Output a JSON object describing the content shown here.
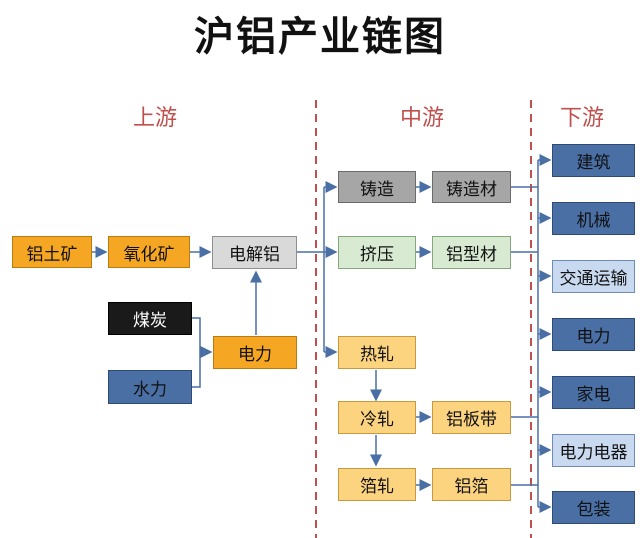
{
  "title": "沪铝产业链图",
  "sections": {
    "upstream": "上游",
    "midstream": "中游",
    "downstream": "下游"
  },
  "nodes": {
    "bauxite": "铝土矿",
    "alumina": "氧化矿",
    "electrolytic_al": "电解铝",
    "coal": "煤炭",
    "hydro": "水力",
    "power": "电力",
    "casting": "铸造",
    "cast_material": "铸造材",
    "extrusion": "挤压",
    "profile": "铝型材",
    "hot_rolling": "热轧",
    "cold_rolling": "冷轧",
    "plate_strip": "铝板带",
    "foil_rolling": "箔轧",
    "foil": "铝箔"
  },
  "downstream": [
    "建筑",
    "机械",
    "交通运输",
    "电力",
    "家电",
    "电力电器",
    "包装"
  ],
  "colors": {
    "section_text": "#c0504d",
    "divider": "#c0504d",
    "arrow": "#4a6fa5"
  }
}
